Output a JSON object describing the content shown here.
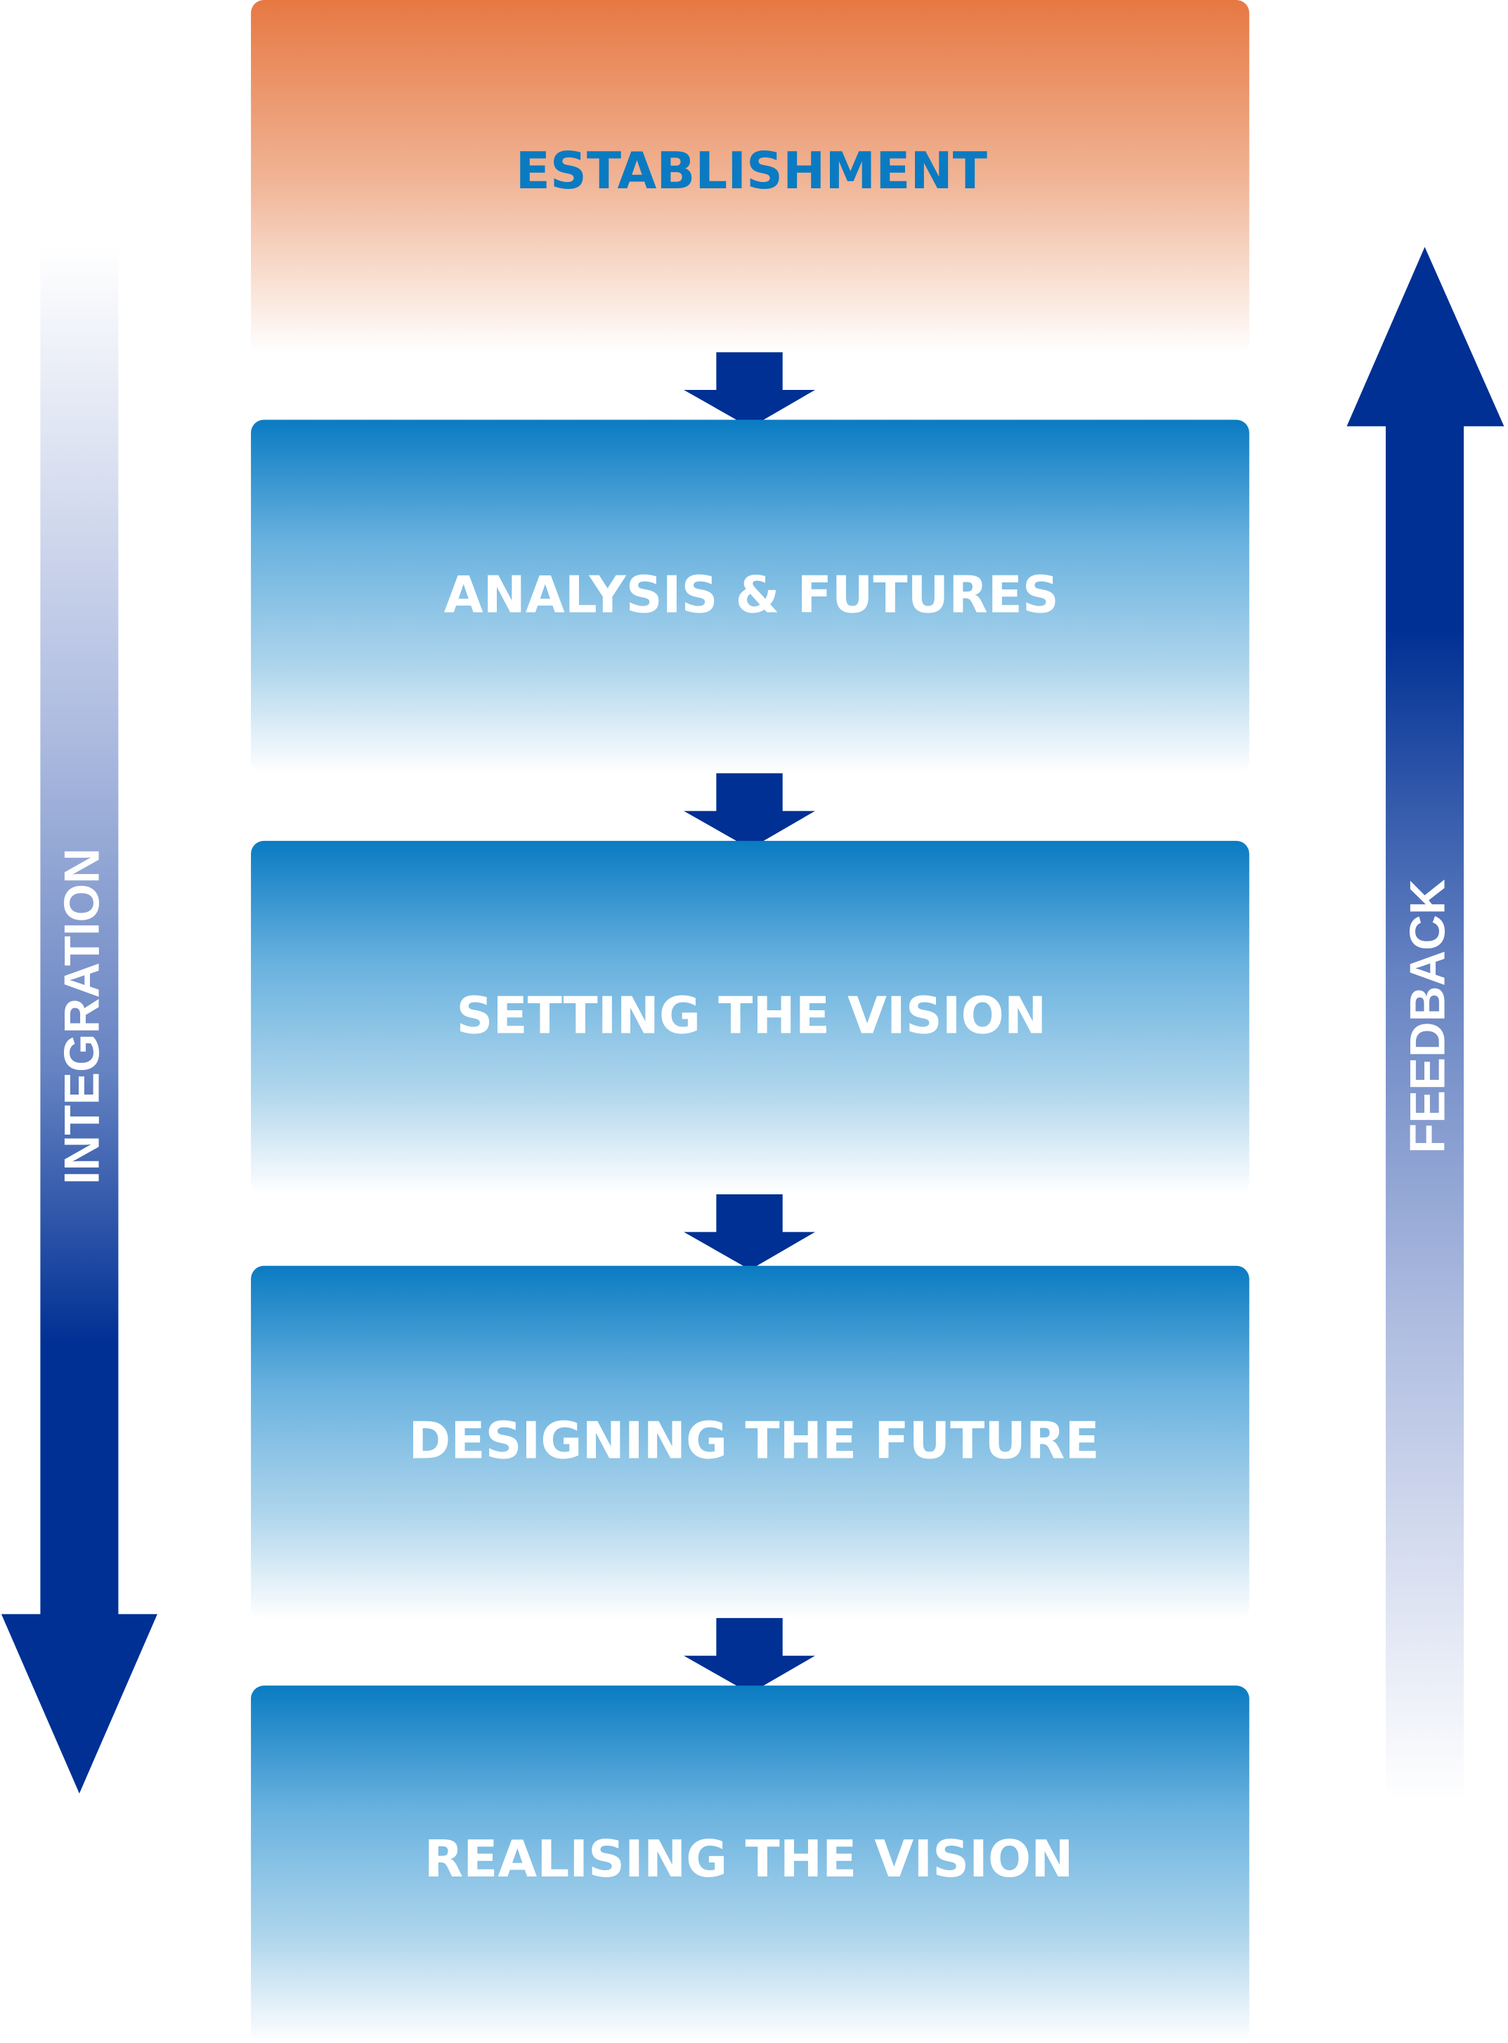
{
  "diagram": {
    "stages": [
      {
        "label": "ESTABLISHMENT",
        "theme": "orange"
      },
      {
        "label": "ANALYSIS & FUTURES",
        "theme": "blue"
      },
      {
        "label": "SETTING THE VISION",
        "theme": "blue"
      },
      {
        "label": "DESIGNING THE FUTURE",
        "theme": "blue"
      },
      {
        "label": "REALISING THE VISION",
        "theme": "blue"
      }
    ],
    "left_arrow": {
      "label": "INTEGRATION",
      "direction": "down"
    },
    "right_arrow": {
      "label": "FEEDBACK",
      "direction": "up"
    },
    "colors": {
      "orange_top": "#e77842",
      "blue_top": "#0a7bc2",
      "establishment_text": "#0a7bc2",
      "stage_text": "#ffffff",
      "arrow_dark": "#003094"
    }
  }
}
